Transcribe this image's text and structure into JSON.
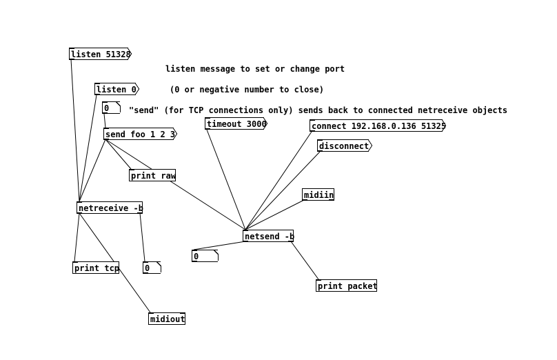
{
  "patch": {
    "messages": {
      "listen_port": "listen 51328",
      "listen_close": "listen 0",
      "send": "send foo 1 2 3",
      "timeout": "timeout 3000",
      "connect": "connect 192.168.0.136 51325",
      "disconnect": "disconnect"
    },
    "objects": {
      "print_raw": "print raw",
      "netreceive": "netreceive -b",
      "print_tcp": "print tcp",
      "midiout": "midiout",
      "midiin": "midiin",
      "netsend": "netsend -b",
      "print_packet": "print packet"
    },
    "number_boxes": {
      "send_trigger": "0",
      "netreceive_count": "0",
      "netsend_status": "0"
    },
    "comments": {
      "listen_help": "listen message to set or change port",
      "close_help": "(0 or negative number to close)",
      "send_help": "\"send\" (for TCP connections only) sends back to connected netreceive objects"
    }
  }
}
